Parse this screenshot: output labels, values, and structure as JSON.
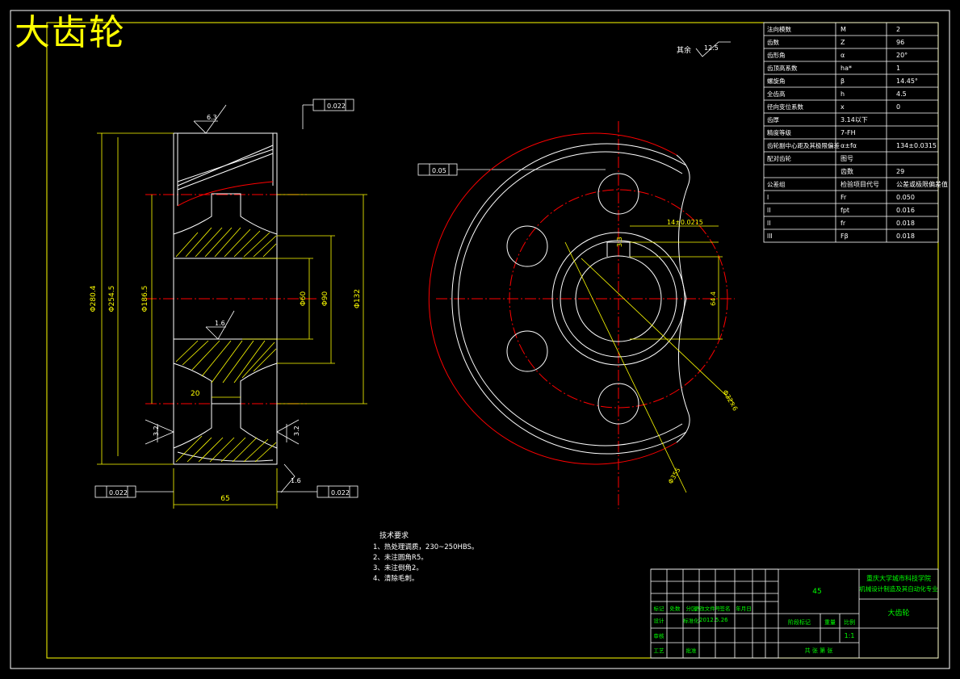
{
  "title": "大齿轮",
  "top_right_roughness": {
    "label": "其余",
    "value": "12.5"
  },
  "dims_side": {
    "d1": "Φ280.4",
    "d2": "Φ254.5",
    "d3": "Φ186.5",
    "d4": "Φ60",
    "d5": "Φ90",
    "d6": "Φ132",
    "width_hub": "20",
    "width_total": "65",
    "rough_top": "6.3",
    "rough_hub": "1.6",
    "rough_left": "3.2",
    "rough_right": "3.2",
    "rough_bottom": "1.6",
    "tol1": "0.022",
    "tol2": "0.022",
    "tol3": "0.022",
    "tol4": "0.05"
  },
  "dims_front": {
    "keyway": "14±0.0215",
    "key_depth": "64.4",
    "bore_depth": "3.3",
    "hole_dia": "Φ32×6",
    "pcd": "Φ355"
  },
  "params_table": [
    [
      "法向模数",
      "M",
      "2"
    ],
    [
      "齿数",
      "Z",
      "96"
    ],
    [
      "齿形角",
      "α",
      "20°"
    ],
    [
      "齿顶高系数",
      "ha*",
      "1"
    ],
    [
      "螺旋角",
      "β",
      "14.45°"
    ],
    [
      "全齿高",
      "h",
      "4.5"
    ],
    [
      "径向变位系数",
      "x",
      "0"
    ],
    [
      "齿厚",
      "3.14以下",
      ""
    ],
    [
      "精度等级",
      "7-FH",
      ""
    ],
    [
      "齿轮副中心距及其极限偏差",
      "α±fα",
      "134±0.0315"
    ],
    [
      "配对齿轮",
      "图号",
      ""
    ],
    [
      "",
      "齿数",
      "29"
    ],
    [
      "公差组",
      "检验项目代号",
      "公差或极限偏差值"
    ],
    [
      "I",
      "Fr",
      "0.050"
    ],
    [
      "II",
      "fpt",
      "0.016"
    ],
    [
      "II",
      "fr",
      "0.018"
    ],
    [
      "III",
      "Fβ",
      "0.018"
    ]
  ],
  "tech_req": {
    "title": "技术要求",
    "items": [
      "1、热处理调质，230~250HBS。",
      "2、未注圆角R5。",
      "3、未注倒角2。",
      "4、清除毛刺。"
    ]
  },
  "title_block": {
    "material": "45",
    "school": "重庆大学城市科技学院",
    "dept": "机械设计制造及其自动化专业",
    "part_name": "大齿轮",
    "scale": "1:1",
    "labels": [
      "标记",
      "处数",
      "分区",
      "更改文件号",
      "签名",
      "年月日"
    ],
    "row2": [
      "设计",
      "",
      "标准化",
      "",
      "",
      ""
    ],
    "row3": [
      "审核",
      "",
      "",
      "",
      "",
      ""
    ],
    "row4": [
      "工艺",
      "",
      "批准",
      "",
      "",
      ""
    ],
    "stage": "阶段标记",
    "weight": "重量",
    "ratio": "比例",
    "sheets": "共 张 第 张",
    "date": "2012.5.26"
  },
  "colors": {
    "frame": "#ffff00",
    "line": "#ffffff",
    "center": "#ff0000",
    "dim": "#ffff00",
    "table_text": "#ffffff",
    "green": "#00ff00"
  }
}
